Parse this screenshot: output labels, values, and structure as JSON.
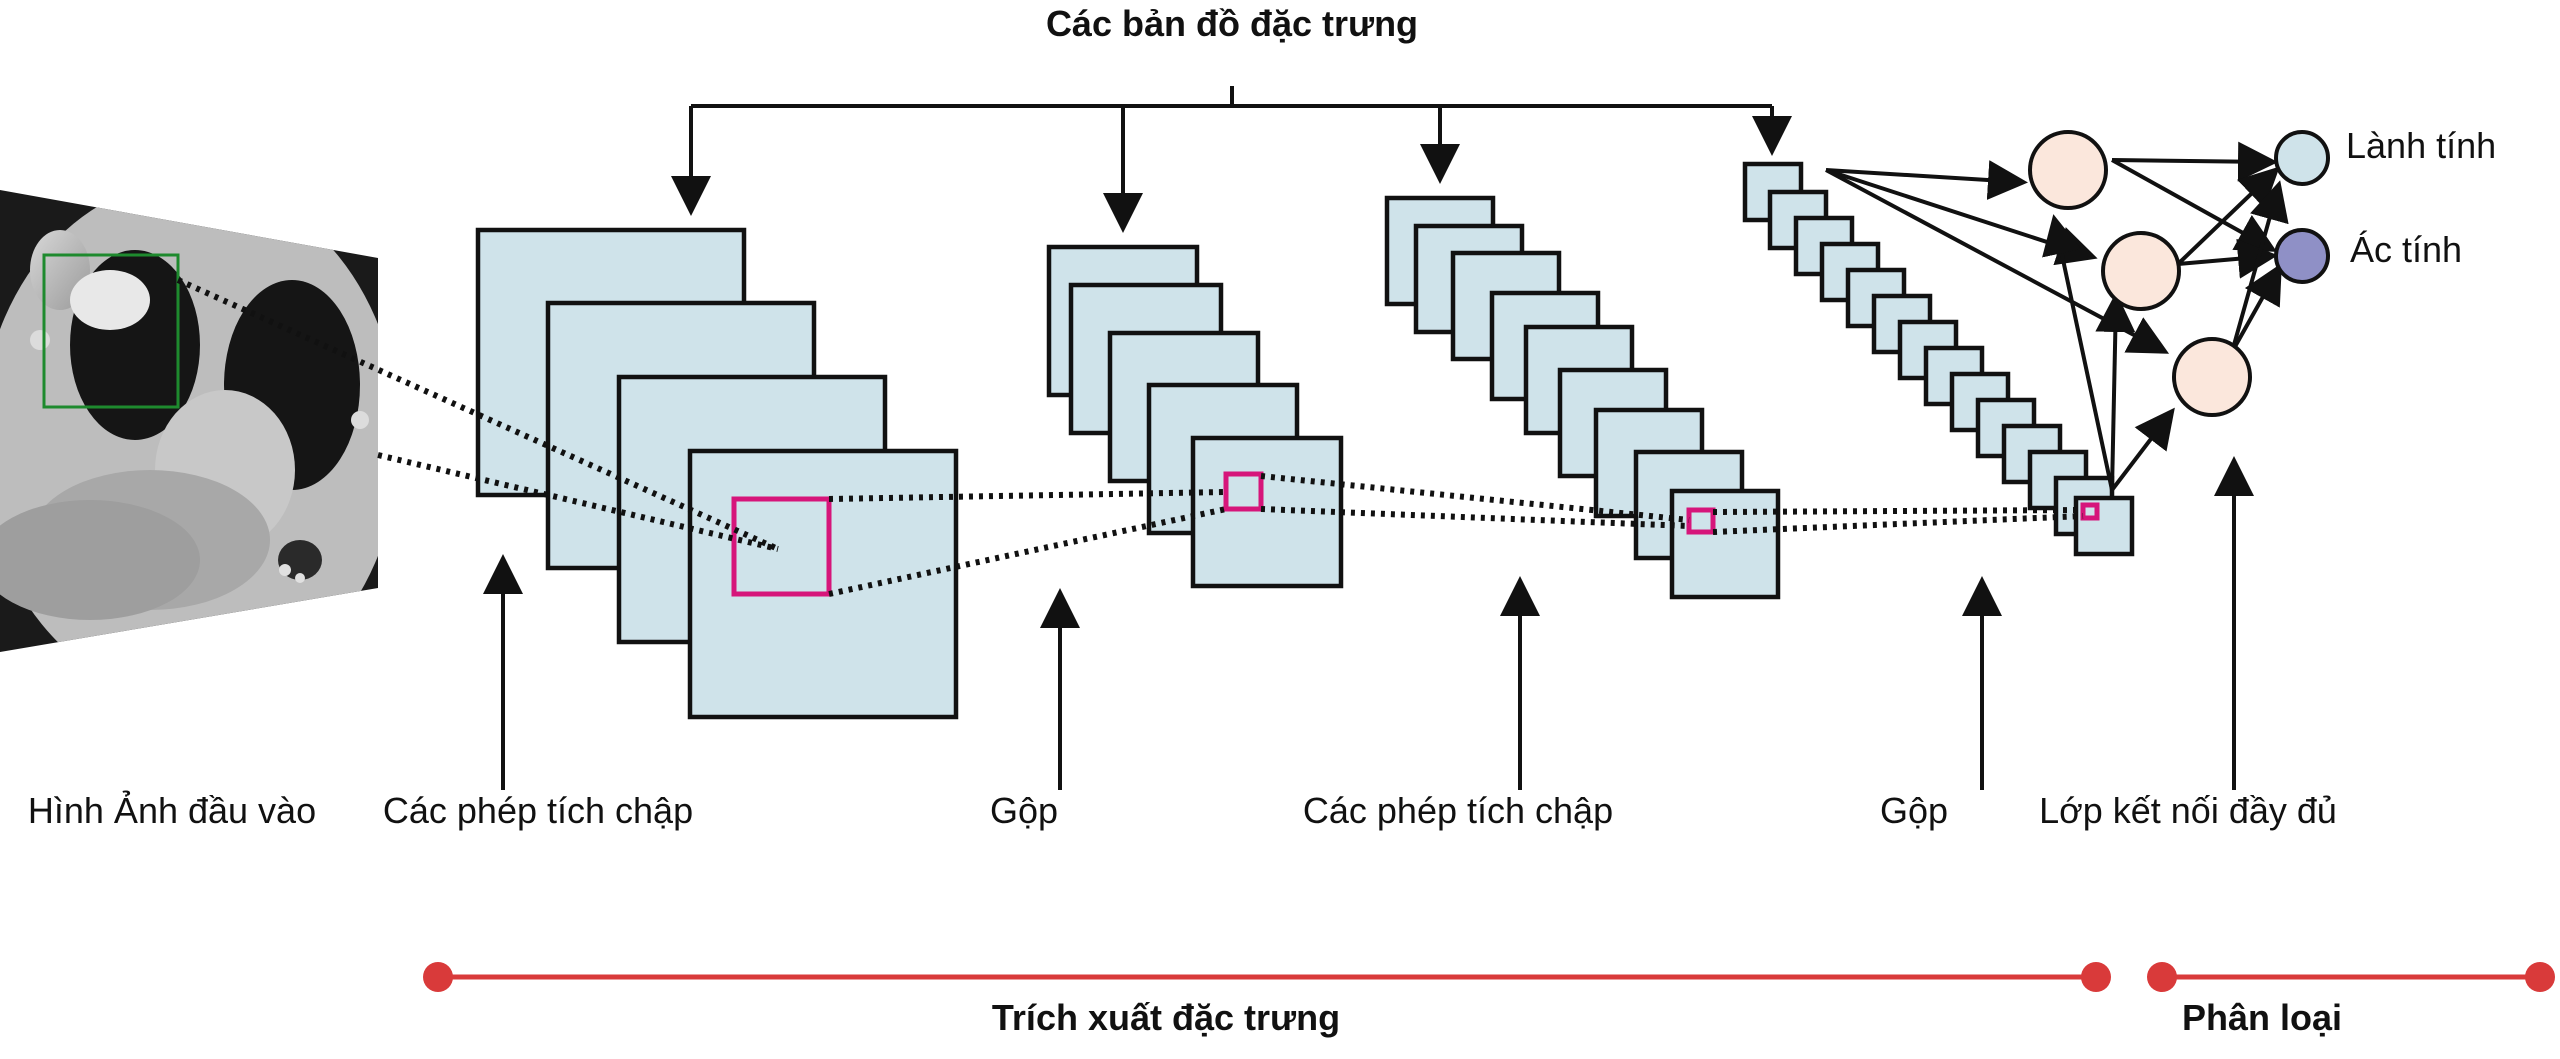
{
  "title": "Các bản đồ đặc trưng",
  "labels": {
    "input": "Hình Ảnh đầu vào",
    "conv1": "Các phép tích chập",
    "pool1": "Gộp",
    "conv2": "Các phép tích chập",
    "pool2": "Gộp",
    "fc": "Lớp kết nối đầy đủ"
  },
  "outputs": {
    "benign": "Lành tính",
    "malignant": "Ác tính"
  },
  "stages": {
    "feature_extraction": "Trích xuất đặc trưng",
    "classification": "Phân loại"
  },
  "colors": {
    "feature_map": "#cfe3ea",
    "highlight": "#d6157a",
    "neuron": "#fbe7dc",
    "benign": "#cfe3ea",
    "malignant": "#8f90c6",
    "stage_line": "#d93a3a",
    "roi_box": "#1e8a2e"
  }
}
